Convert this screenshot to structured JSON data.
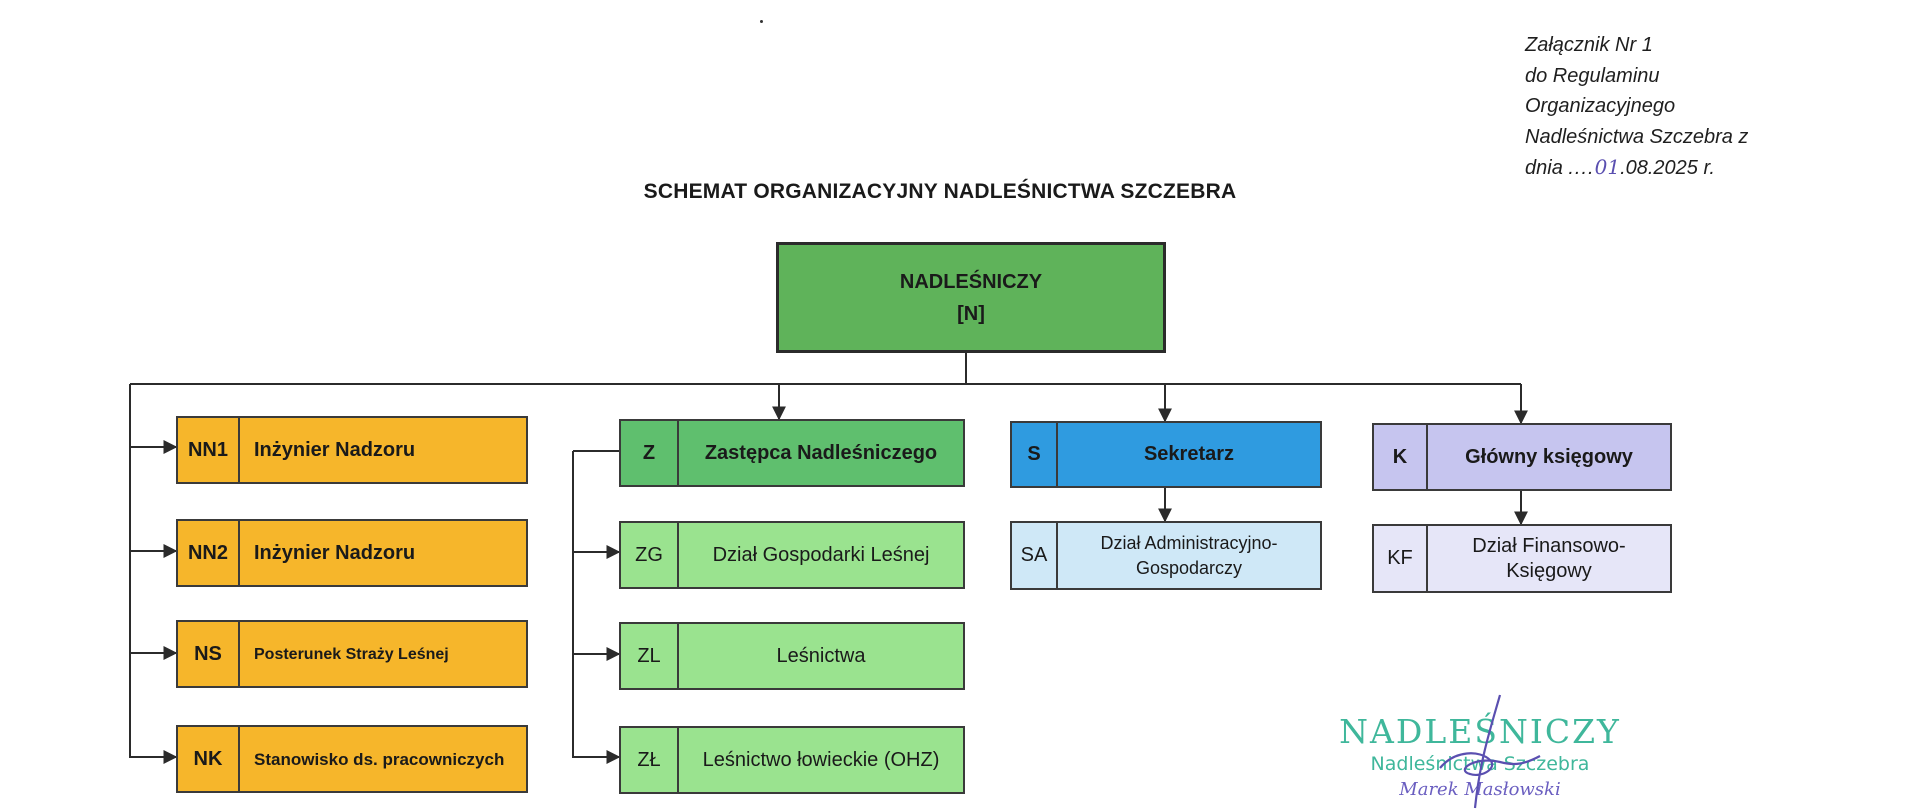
{
  "annex": {
    "line1": "Załącznik Nr  1",
    "line2": "do Regulaminu",
    "line3": "Organizacyjnego",
    "line4": "Nadleśnictwa Szczebra z",
    "line5_prefix": "dnia ",
    "line5_dots": "....",
    "line5_hand": "01",
    "line5_suffix": ".08.2025 r."
  },
  "title": "SCHEMAT ORGANIZACYJNY NADLEŚNICTWA SZCZEBRA",
  "top": {
    "name": "NADLEŚNICZY",
    "code": "[N]"
  },
  "left_column": [
    {
      "code": "NN1",
      "name": "Inżynier Nadzoru"
    },
    {
      "code": "NN2",
      "name": "Inżynier Nadzoru"
    },
    {
      "code": "NS",
      "name": "Posterunek Straży Leśnej"
    },
    {
      "code": "NK",
      "name": "Stanowisko ds. pracowniczych"
    }
  ],
  "deputy": {
    "head": {
      "code": "Z",
      "name": "Zastępca Nadleśniczego"
    },
    "units": [
      {
        "code": "ZG",
        "name": "Dział Gospodarki Leśnej"
      },
      {
        "code": "ZL",
        "name": "Leśnictwa"
      },
      {
        "code": "ZŁ",
        "name": "Leśnictwo łowieckie (OHZ)"
      }
    ]
  },
  "secretary": {
    "head": {
      "code": "S",
      "name": "Sekretarz"
    },
    "unit": {
      "code": "SA",
      "name": "Dział Administracyjno-Gospodarczy"
    }
  },
  "accountant": {
    "head": {
      "code": "K",
      "name": "Główny księgowy"
    },
    "unit": {
      "code": "KF",
      "name": "Dział Finansowo-Księgowy"
    }
  },
  "stamp": {
    "line1": "NADLEŚNICZY",
    "line2": "Nadleśnictwa Szczebra",
    "line3": "Marek Masłowski"
  },
  "colors": {
    "top": "#5fb35a",
    "left_column": "#f6b62b",
    "deputy_head": "#5fbf6e",
    "deputy_units": "#9ae38f",
    "secretary_head": "#2f9be0",
    "secretary_unit": "#cfe8f7",
    "accountant_head": "#c6c5ef",
    "accountant_unit": "#e6e6f8",
    "stamp": "#3fb79b"
  }
}
